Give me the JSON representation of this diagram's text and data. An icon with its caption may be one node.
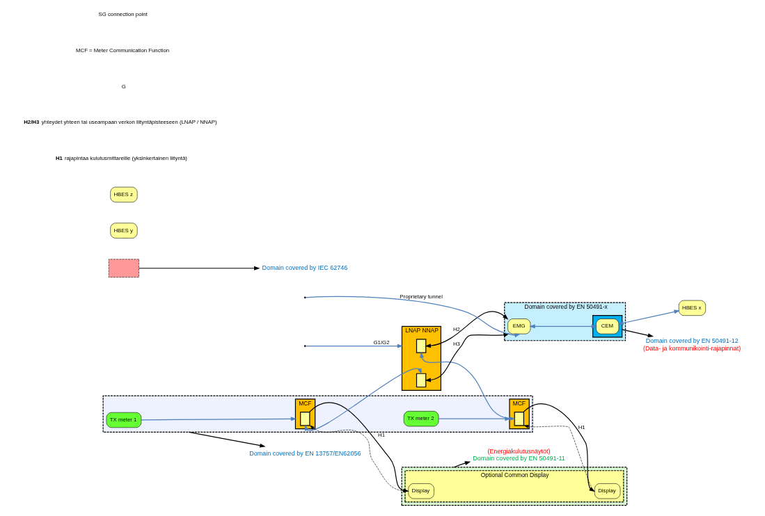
{
  "diagram": {
    "nodes": [
      {
        "text": [],
        "shape": "box"
      },
      {
        "text": [
          "TX meter 1"
        ],
        "in": 0
      },
      {
        "text": [
          "TX meter 2"
        ],
        "in": 0
      },
      {
        "text": [
          "MCF"
        ],
        "in": 0
      },
      {
        "text": [],
        "shape": "box",
        "in": 3
      },
      {
        "text": [
          "MCF"
        ],
        "in": 0
      },
      {
        "text": [],
        "shape": "box",
        "in": 5
      },
      {
        "text": [],
        "shape": "box"
      },
      {
        "text": [
          "Optional Common Display"
        ],
        "in": 7
      },
      {
        "text": [
          "Display"
        ],
        "in": 8
      },
      {
        "text": [
          "Display"
        ],
        "in": 8
      },
      {
        "text": [],
        "shape": "box"
      },
      {
        "text": [
          "LNAP NNAP"
        ]
      },
      {
        "text": [],
        "shape": "box",
        "in": 12
      },
      {
        "text": [],
        "shape": "box",
        "in": 12
      },
      {
        "text": [
          "Domain covered by EN 50491-x"
        ]
      },
      {
        "text": [],
        "shape": "box",
        "in": 15
      },
      {
        "text": [
          "EMG"
        ],
        "in": 15
      },
      {
        "text": [
          "CEM"
        ],
        "in": 16
      },
      {
        "text": [
          "HBES x"
        ]
      },
      {
        "text": [
          "HBES y"
        ]
      },
      {
        "text": [
          "HBES z"
        ]
      },
      {
        "text": [
          "Domain covered by EN 13757/EN62056"
        ]
      },
      {
        "text": [
          "Domain covered by IEC 62746"
        ]
      },
      {
        "text": [
          "(Energiakulutusnäytöt)",
          "Domain covered by EN 50491-11"
        ]
      },
      {
        "text": [
          "Domain covered by EN 50491-12",
          "(Data- ja kommunikointi-rajapinnat)"
        ]
      }
    ],
    "edges": [
      {
        "from": 1,
        "to": 3,
        "arrow": "to",
        "color": "#4f81bd"
      },
      {
        "from": 2,
        "to": 5,
        "arrow": "to",
        "color": "#4f81bd"
      },
      {
        "from": 4,
        "to": 9,
        "arrow": "to",
        "label": "H1"
      },
      {
        "from": 9,
        "to": 4,
        "arrow": "to",
        "style": "dashed"
      },
      {
        "from": 6,
        "to": 10,
        "arrow": "to",
        "label": "H1"
      },
      {
        "from": 10,
        "to": 6,
        "arrow": "to",
        "style": "dashed"
      },
      {
        "from": 4,
        "to": 14,
        "arrow": "both",
        "color": "#4f81bd"
      },
      {
        "from": 13,
        "to": 6,
        "arrow": "both",
        "color": "#4f81bd"
      },
      {
        "from": 13,
        "to": 17,
        "arrow": "both",
        "label": "H2"
      },
      {
        "from": 14,
        "to": 17,
        "arrow": "both",
        "label": "H3"
      },
      {
        "from": 17,
        "to": 18,
        "arrow": "both",
        "color": "#4f81bd"
      },
      {
        "from": 18,
        "to": 19,
        "arrow": "both",
        "color": "#4f81bd"
      },
      {
        "from": null,
        "to": 12,
        "arrow": "to",
        "label": "G1/G2",
        "color": "#4f81bd"
      },
      {
        "from": null,
        "to": 17,
        "arrow": "to",
        "label": "Proprietary tunnel",
        "color": "#4f81bd"
      },
      {
        "from": 0,
        "to": 22,
        "arrow": "to"
      },
      {
        "from": 11,
        "to": 23,
        "arrow": "to"
      },
      {
        "from": 7,
        "to": 24,
        "arrow": "to"
      },
      {
        "from": 16,
        "to": 25,
        "arrow": "to"
      }
    ],
    "labels": [
      "**H1** rajapintaa kulutusmittareille (yksinkertainen liityntä)",
      "**H2/H3** yhteydet yhteen tai useampaan verkon liityntäpisteeseen (LNAP / NNAP)",
      "G",
      "MCF = Meter Communication Function",
      "SG connection point"
    ]
  }
}
